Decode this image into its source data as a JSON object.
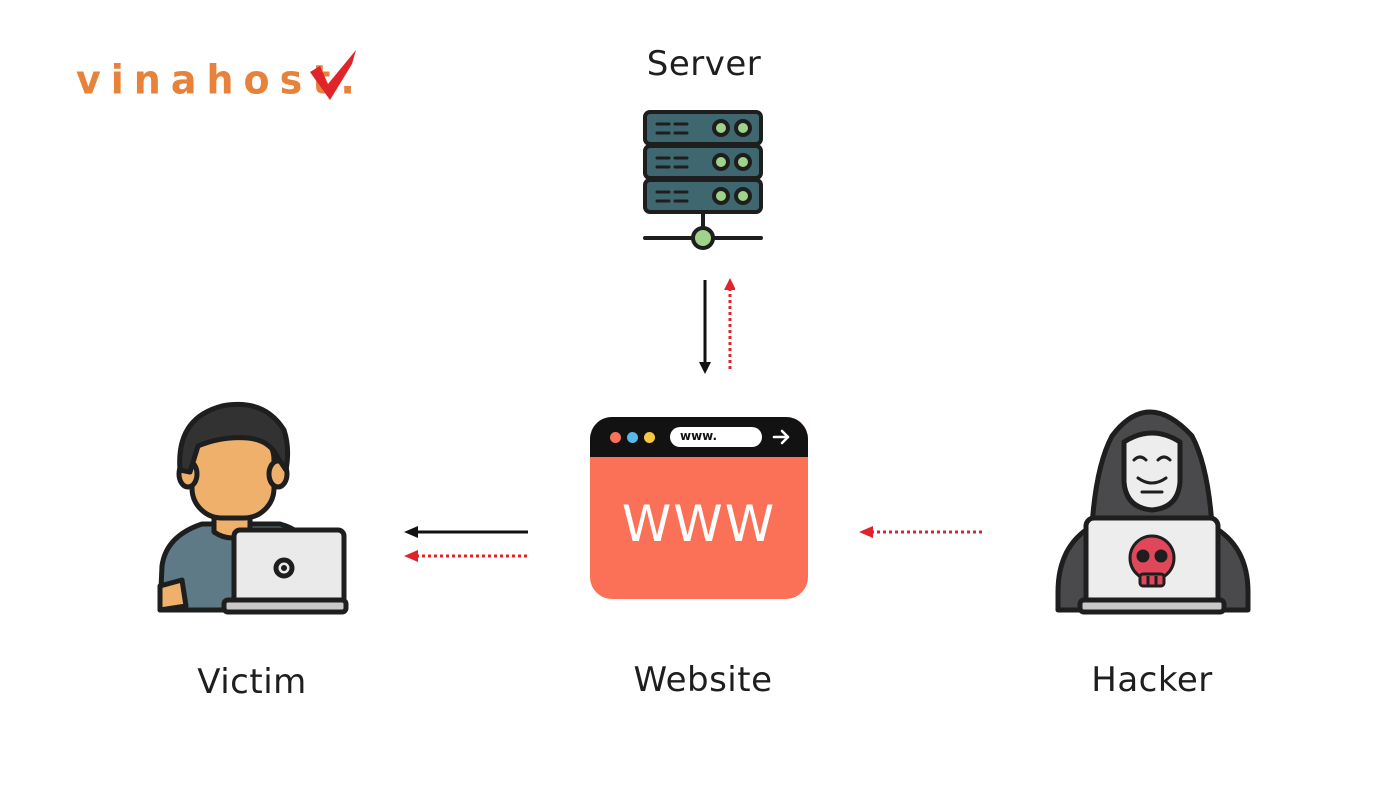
{
  "brand": {
    "name": "vinahost."
  },
  "nodes": {
    "server": {
      "label": "Server"
    },
    "website": {
      "label": "Website",
      "url_bar": "www.",
      "big_text": "WWW"
    },
    "victim": {
      "label": "Victim"
    },
    "hacker": {
      "label": "Hacker"
    }
  },
  "colors": {
    "legit_flow": "#111111",
    "attack_flow": "#e0242c",
    "website_body": "#fb7158",
    "server": "#3f6770",
    "brand": "#e8823a"
  }
}
